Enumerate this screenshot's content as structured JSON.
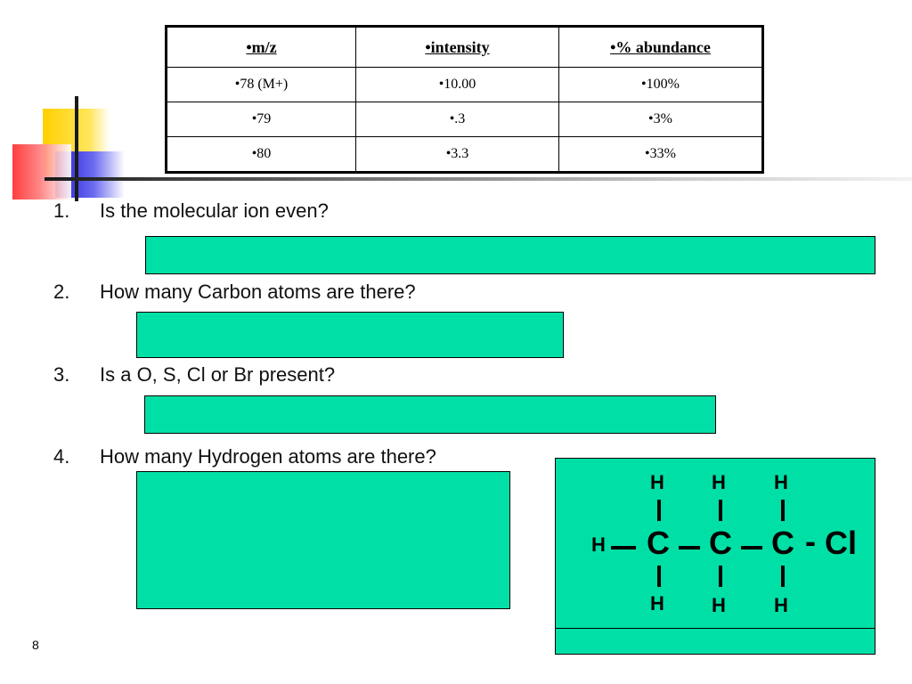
{
  "table": {
    "headers": [
      "•m/z",
      "•intensity",
      "•% abundance"
    ],
    "rows": [
      [
        "•78 (M+)",
        "•10.00",
        "•100%"
      ],
      [
        "•79",
        "•.3",
        "•3%"
      ],
      [
        "•80",
        "•3.3",
        "•33%"
      ]
    ]
  },
  "questions": [
    {
      "number": "1.",
      "text": "Is the molecular ion even?"
    },
    {
      "number": "2.",
      "text": "How many Carbon atoms are there?"
    },
    {
      "number": "3.",
      "text": "Is a O, S, Cl or Br present?"
    },
    {
      "number": "4.",
      "text": "How many Hydrogen atoms are there?"
    }
  ],
  "structure": {
    "hydrogen": "H",
    "carbon": "C",
    "chlorine": "Cl",
    "bond_dash": "-"
  },
  "slide_number": "8",
  "colors": {
    "answer_box": "#00e0a6",
    "deco_yellow": "#ffd000",
    "deco_red": "#ff2d2d",
    "deco_blue": "#1f1fd6"
  }
}
